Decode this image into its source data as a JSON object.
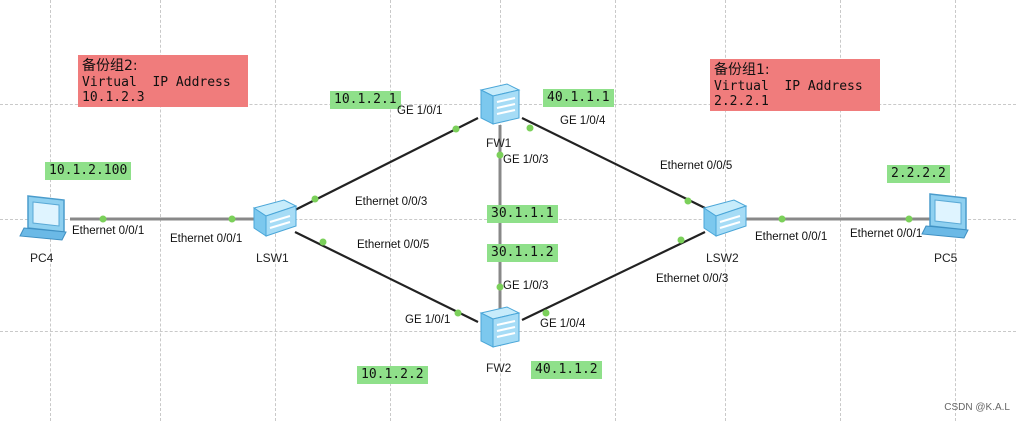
{
  "groups": {
    "group2": {
      "title": "备份组2:",
      "line1": "Virtual  IP Address",
      "line2": "10.1.2.3"
    },
    "group1": {
      "title": "备份组1:",
      "line1": "Virtual  IP Address",
      "line2": "2.2.2.1"
    }
  },
  "devices": {
    "pc4": "PC4",
    "lsw1": "LSW1",
    "fw1": "FW1",
    "fw2": "FW2",
    "lsw2": "LSW2",
    "pc5": "PC5"
  },
  "ip_tags": {
    "pc4": "10.1.2.100",
    "fw1_g1": "10.1.2.1",
    "fw1_g4": "40.1.1.1",
    "fw1_g3": "30.1.1.1",
    "fw2_g3": "30.1.1.2",
    "fw2_g1": "10.1.2.2",
    "fw2_g4": "40.1.1.2",
    "pc5": "2.2.2.2"
  },
  "ports": {
    "pc4_e1": "Ethernet 0/0/1",
    "lsw1_e1": "Ethernet 0/0/1",
    "lsw1_e3": "Ethernet 0/0/3",
    "lsw1_e5": "Ethernet 0/0/5",
    "fw1_g1": "GE 1/0/1",
    "fw1_g4": "GE 1/0/4",
    "fw1_g3": "GE 1/0/3",
    "fw2_g3": "GE 1/0/3",
    "fw2_g1": "GE 1/0/1",
    "fw2_g4": "GE 1/0/4",
    "lsw2_e5": "Ethernet 0/0/5",
    "lsw2_e3": "Ethernet 0/0/3",
    "lsw2_e1": "Ethernet 0/0/1",
    "pc5_e1": "Ethernet 0/0/1"
  },
  "watermark": "CSDN @K.A.L"
}
